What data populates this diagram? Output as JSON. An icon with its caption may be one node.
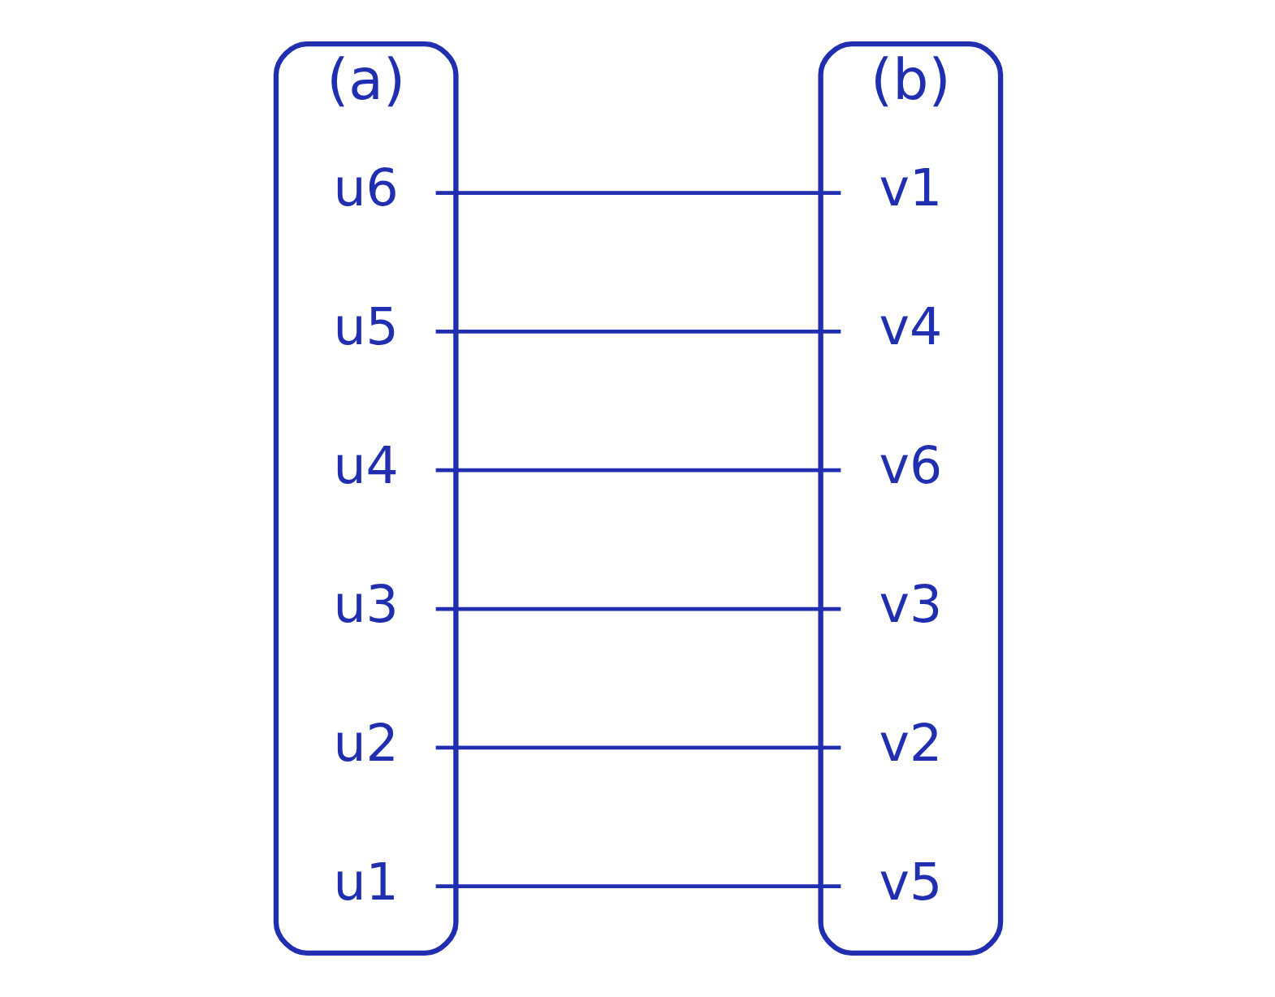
{
  "diagram": {
    "nodes": [
      {
        "text": [
          "(a)"
        ]
      },
      {
        "text": [
          "u1"
        ],
        "in": 0
      },
      {
        "text": [
          "u2"
        ],
        "in": 0
      },
      {
        "text": [
          "u3"
        ],
        "in": 0
      },
      {
        "text": [
          "u4"
        ],
        "in": 0
      },
      {
        "text": [
          "u5"
        ],
        "in": 0
      },
      {
        "text": [
          "u6"
        ],
        "in": 0
      },
      {
        "text": [
          "(b)"
        ]
      },
      {
        "text": [
          "v1"
        ],
        "in": 7
      },
      {
        "text": [
          "v2"
        ],
        "in": 7
      },
      {
        "text": [
          "v5"
        ],
        "in": 7
      },
      {
        "text": [
          "v3"
        ],
        "in": 7
      },
      {
        "text": [
          "v4"
        ],
        "in": 7
      },
      {
        "text": [
          "v6"
        ],
        "in": 7
      }
    ],
    "edges": [
      {
        "from": 1,
        "to": 10,
        "arrow": "none"
      },
      {
        "from": 2,
        "to": 9,
        "arrow": "none"
      },
      {
        "from": 3,
        "to": 11,
        "arrow": "none"
      },
      {
        "from": 4,
        "to": 13,
        "arrow": "none"
      },
      {
        "from": 5,
        "to": 12,
        "arrow": "none"
      },
      {
        "from": 6,
        "to": 8,
        "arrow": "none"
      }
    ]
  }
}
